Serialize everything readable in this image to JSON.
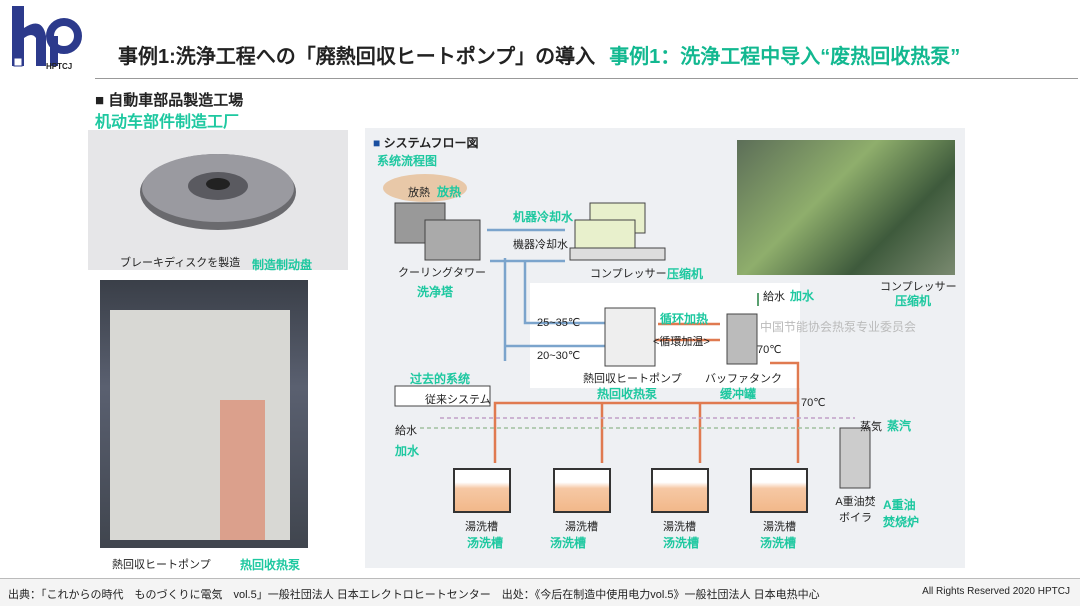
{
  "logo": {
    "text": "HPTCJ"
  },
  "header": {
    "title_jp": "事例1:洗浄工程への「廃熱回収ヒートポンプ」の導入",
    "title_cn": "事例1：洗浄工程中导入“废热回收热泵”"
  },
  "section": {
    "title_jp": "■ 自動車部品製造工場",
    "title_cn": "机动车部件制造工厂"
  },
  "left": {
    "disc_jp": "ブレーキディスクを製造",
    "disc_cn": "制造制动盘",
    "hp_jp": "熱回収ヒートポンプ",
    "hp_cn": "热回收热泵"
  },
  "diagram": {
    "title_jp": "システムフロー図",
    "title_cn": "系统流程图",
    "heat_jp": "放熱",
    "heat_cn": "放热",
    "cool_cn": "机器冷却水",
    "cool_jp": "機器冷却水",
    "tower_jp": "クーリングタワー",
    "tower_cn": "洗净塔",
    "comp_jp": "コンプレッサー",
    "comp_cn": "压缩机",
    "t1": "25~35℃",
    "t2": "20~30℃",
    "circ_cn": "循环加热",
    "circ_jp": "<循環加温>",
    "hp_jp": "熱回収ヒートポンプ",
    "hp_cn": "热回收热泵",
    "buffer_jp": "バッファタンク",
    "buffer_cn": "缓冲罐",
    "feed_jp": "給水",
    "feed_cn": "加水",
    "t70a": "70℃",
    "t70b": "70℃",
    "past_cn": "过去的系统",
    "past_jp": "従来システム",
    "steam_jp": "蒸気",
    "steam_cn": "蒸汽",
    "boiler_jp": "A重油焚ボイラ",
    "boiler_cn": "A重油焚烧炉",
    "tanks": [
      {
        "jp": "湯洗槽",
        "cn": "汤洗槽"
      },
      {
        "jp": "湯洗槽",
        "cn": "汤洗槽"
      },
      {
        "jp": "湯洗槽",
        "cn": "汤洗槽"
      },
      {
        "jp": "湯洗槽",
        "cn": "汤洗槽"
      }
    ],
    "photo_jp": "コンプレッサー",
    "photo_cn": "压缩机",
    "watermark_cn": "中国节能协会热泵专业委员会"
  },
  "footer": {
    "text": "出典：「これからの時代　ものづくりに電気　vol.5」一般社団法人 日本エレクトロヒートセンター　出处：《今后在制造中使用电力vol.5》一般社団法人 日本电热中心",
    "rights": "All Rights Reserved  2020  HPTCJ"
  }
}
